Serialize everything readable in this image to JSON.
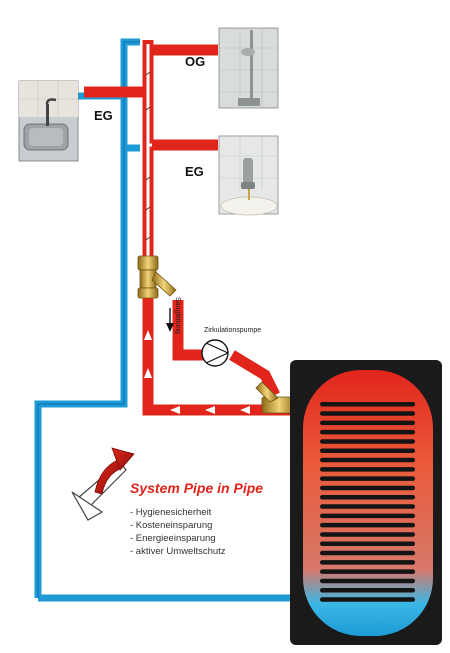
{
  "labels": {
    "og": "OG",
    "eg_left": "EG",
    "eg_right": "EG",
    "saugleitung": "Saugleitung",
    "pumpe": "Zirkulationspumpe"
  },
  "legend": {
    "title": "System Pipe in Pipe",
    "bullets": [
      "- Hygienesicherheit",
      "- Kosteneinsparung",
      "- Energieeinsparung",
      "- aktiver Umweltschutz"
    ]
  },
  "colors": {
    "hot": "#e1251b",
    "cold": "#1e9ad6",
    "tank_dark": "#1a1a1a",
    "brass": "#c9a23a"
  },
  "icons": [
    "kitchen-sink-photo",
    "shower-photo",
    "washbasin-photo",
    "circulation-pump-icon",
    "flow-arrow-icon",
    "pipe-in-pipe-logo-icon"
  ]
}
